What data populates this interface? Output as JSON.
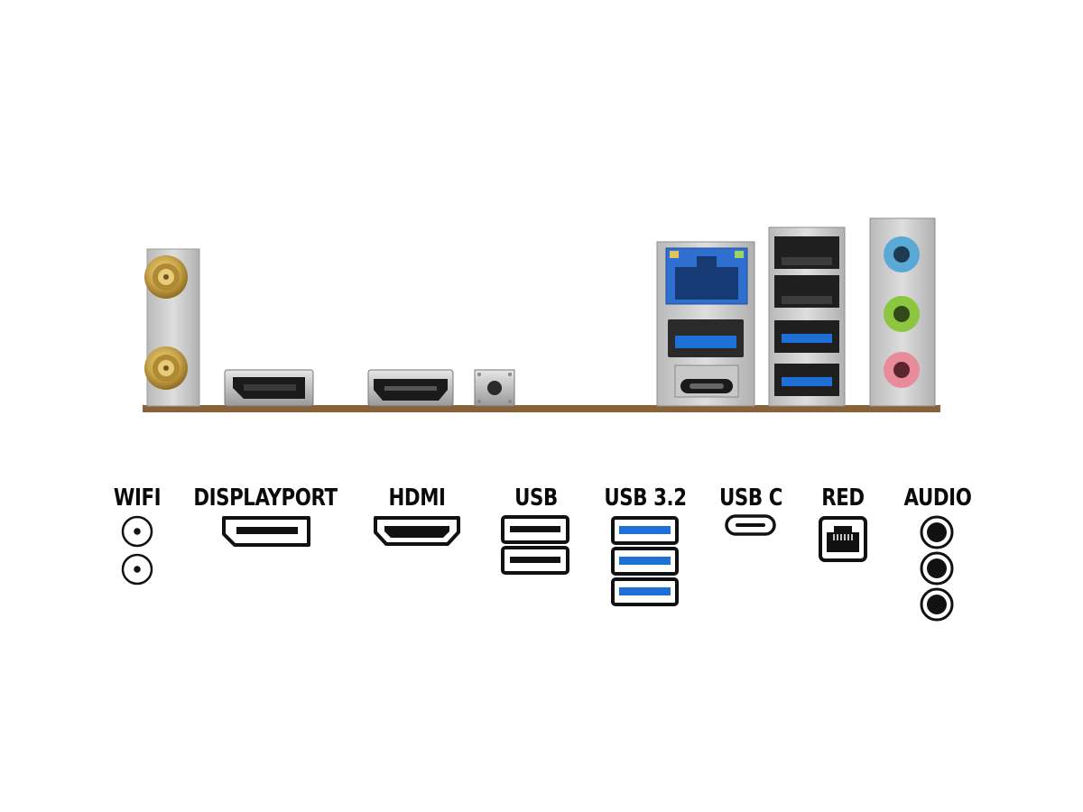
{
  "labels": {
    "wifi": "WIFI",
    "displayport": "DISPLAYPORT",
    "hdmi": "HDMI",
    "usb": "USB",
    "usb32": "USB 3.2",
    "usbc": "USB C",
    "red": "RED",
    "audio": "AUDIO"
  },
  "colors": {
    "pcb_strip": "#8a6238",
    "shield": "#c9c9c9",
    "gold": "#c9a44a",
    "usb3_blue": "#1e6fd6",
    "audio_blue": "#5aa8d6",
    "audio_green": "#8cc63f",
    "audio_pink": "#e88b9a",
    "icon_black": "#111111"
  },
  "icons": {
    "wifi": "antenna-connector-icon",
    "displayport": "displayport-icon",
    "hdmi": "hdmi-icon",
    "usb": "usb-a-icon",
    "usb32": "usb3-icon",
    "usbc": "usb-c-icon",
    "red": "ethernet-icon",
    "audio": "audio-jack-icon"
  }
}
